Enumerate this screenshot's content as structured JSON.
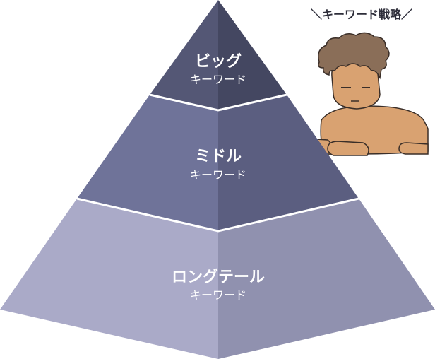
{
  "header": {
    "title": "＼キーワード戦略／"
  },
  "pyramid": {
    "tiers": [
      {
        "title": "ビッグ",
        "subtitle": "キーワード",
        "color_left": "#545775",
        "color_right": "#444761"
      },
      {
        "title": "ミドル",
        "subtitle": "キーワード",
        "color_left": "#6f7399",
        "color_right": "#5b5e80"
      },
      {
        "title": "ロングテール",
        "subtitle": "キーワード",
        "color_left": "#aaaac8",
        "color_right": "#9091af"
      }
    ],
    "separator_color": "#ffffff"
  },
  "mascot": {
    "icon": "sphinx-character-icon",
    "skin_color": "#d9a271",
    "hair_color": "#8a6e58",
    "outline_color": "#3a2e28"
  }
}
